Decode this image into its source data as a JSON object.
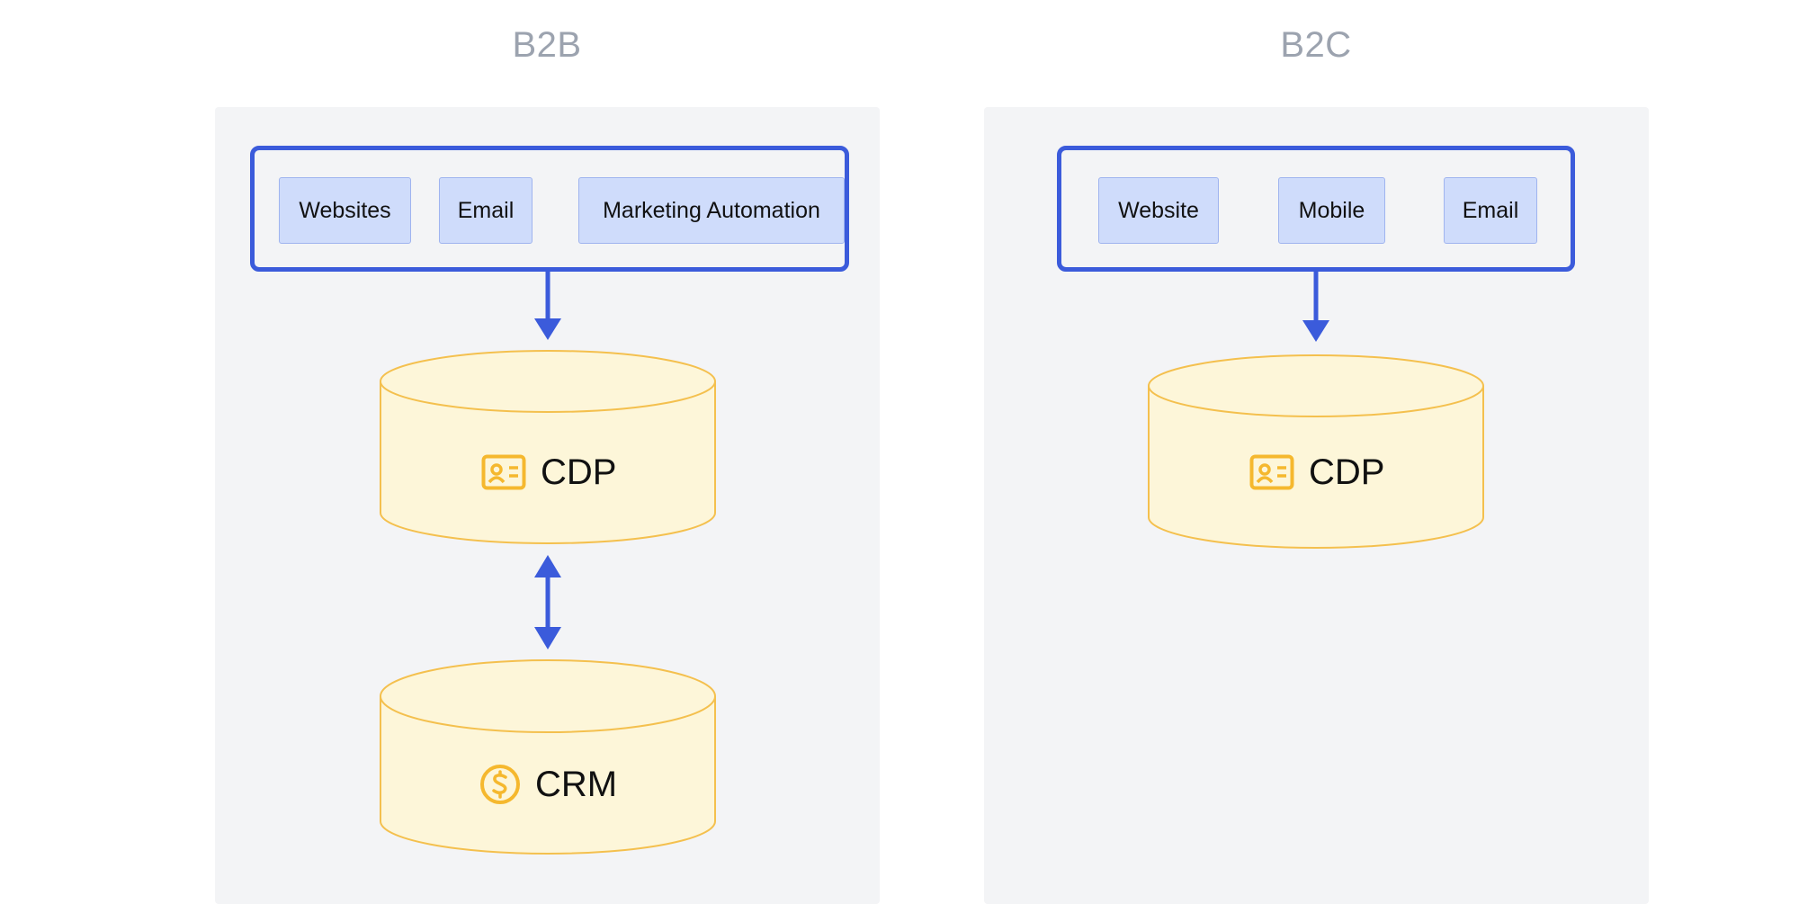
{
  "colors": {
    "title": "#9ca3af",
    "panel": "#f3f4f6",
    "border_blue": "#3b5bdb",
    "chip_fill": "#cfdcfb",
    "db_fill": "#fdf6d9",
    "db_stroke": "#f4c04e",
    "icon": "#f5b82e"
  },
  "b2b": {
    "title": "B2B",
    "sources": [
      "Websites",
      "Email",
      "Marketing Automation"
    ],
    "cdp_label": "CDP",
    "crm_label": "CRM"
  },
  "b2c": {
    "title": "B2C",
    "sources": [
      "Website",
      "Mobile",
      "Email"
    ],
    "cdp_label": "CDP"
  },
  "icons": {
    "cdp": "id-card-icon",
    "crm": "dollar-coin-icon"
  }
}
